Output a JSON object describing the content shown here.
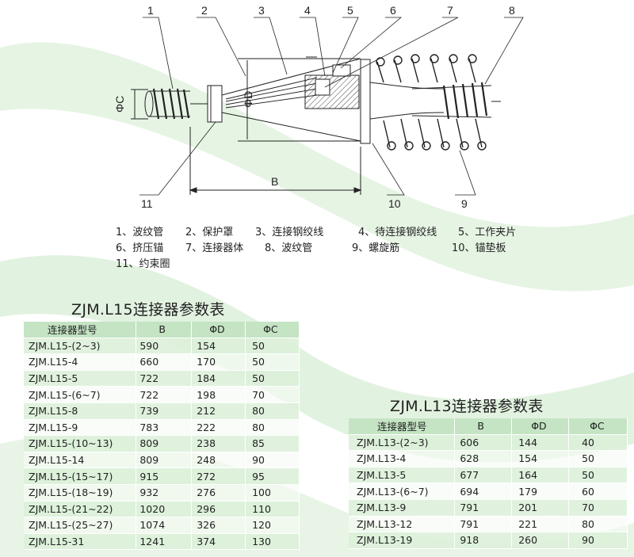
{
  "callouts": [
    "1",
    "2",
    "3",
    "4",
    "5",
    "6",
    "7",
    "8",
    "9",
    "10",
    "11"
  ],
  "dims": {
    "phi_c": "ΦC",
    "phi_d": "ΦD",
    "b": "B"
  },
  "legend": {
    "row1": [
      "1、波纹管",
      "2、保护罩",
      "3、连接钢绞线",
      "4、待连接钢绞线",
      "5、工作夹片"
    ],
    "row2": [
      "6、挤压锚",
      "7、连接器体",
      "8、波纹管",
      "9、螺旋筋",
      "10、锚垫板"
    ],
    "row3": [
      "11、约束圈"
    ]
  },
  "table_l15": {
    "title": "ZJM.L15连接器参数表",
    "headers": [
      "连接器型号",
      "B",
      "ΦD",
      "ΦC"
    ],
    "rows": [
      [
        "ZJM.L15-(2~3)",
        "590",
        "154",
        "50"
      ],
      [
        "ZJM.L15-4",
        "660",
        "170",
        "50"
      ],
      [
        "ZJM.L15-5",
        "722",
        "184",
        "50"
      ],
      [
        "ZJM.L15-(6~7)",
        "722",
        "198",
        "70"
      ],
      [
        "ZJM.L15-8",
        "739",
        "212",
        "80"
      ],
      [
        "ZJM.L15-9",
        "783",
        "222",
        "80"
      ],
      [
        "ZJM.L15-(10~13)",
        "809",
        "238",
        "85"
      ],
      [
        "ZJM.L15-14",
        "809",
        "248",
        "90"
      ],
      [
        "ZJM.L15-(15~17)",
        "915",
        "272",
        "95"
      ],
      [
        "ZJM.L15-(18~19)",
        "932",
        "276",
        "100"
      ],
      [
        "ZJM.L15-(21~22)",
        "1020",
        "296",
        "110"
      ],
      [
        "ZJM.L15-(25~27)",
        "1074",
        "326",
        "120"
      ],
      [
        "ZJM.L15-31",
        "1241",
        "374",
        "130"
      ]
    ]
  },
  "table_l13": {
    "title": "ZJM.L13连接器参数表",
    "headers": [
      "连接器型号",
      "B",
      "ΦD",
      "ΦC"
    ],
    "rows": [
      [
        "ZJM.L13-(2~3)",
        "606",
        "144",
        "40"
      ],
      [
        "ZJM.L13-4",
        "628",
        "154",
        "50"
      ],
      [
        "ZJM.L13-5",
        "677",
        "164",
        "50"
      ],
      [
        "ZJM.L13-(6~7)",
        "694",
        "179",
        "60"
      ],
      [
        "ZJM.L13-9",
        "791",
        "201",
        "70"
      ],
      [
        "ZJM.L13-12",
        "791",
        "221",
        "80"
      ],
      [
        "ZJM.L13-19",
        "918",
        "260",
        "90"
      ]
    ]
  },
  "colors": {
    "header_bg": "#c4e4c4",
    "row_bg": "#daf0d8",
    "wave": "#e4f3e2",
    "line": "#222222"
  }
}
